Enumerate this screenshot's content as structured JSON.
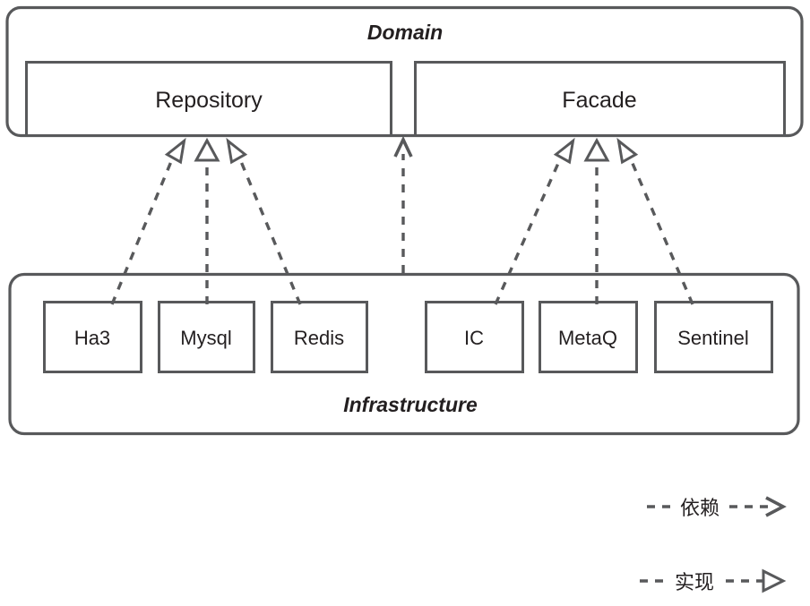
{
  "diagram": {
    "title_domain": "Domain",
    "title_infrastructure": "Infrastructure"
  },
  "domain": {
    "label": "Domain",
    "components": [
      {
        "id": "repository",
        "label": "Repository"
      },
      {
        "id": "facade",
        "label": "Facade"
      }
    ]
  },
  "infrastructure": {
    "label": "Infrastructure",
    "components": [
      {
        "id": "ha3",
        "label": "Ha3"
      },
      {
        "id": "mysql",
        "label": "Mysql"
      },
      {
        "id": "redis",
        "label": "Redis"
      },
      {
        "id": "ic",
        "label": "IC"
      },
      {
        "id": "metaq",
        "label": "MetaQ"
      },
      {
        "id": "sentinel",
        "label": "Sentinel"
      }
    ]
  },
  "legend": {
    "items": [
      {
        "id": "dependency",
        "label": "依赖",
        "arrow": "open-arrow"
      },
      {
        "id": "realization",
        "label": "实现",
        "arrow": "hollow-triangle"
      }
    ]
  },
  "colors": {
    "stroke": "#58595b",
    "text": "#231f20",
    "background": "#ffffff"
  }
}
